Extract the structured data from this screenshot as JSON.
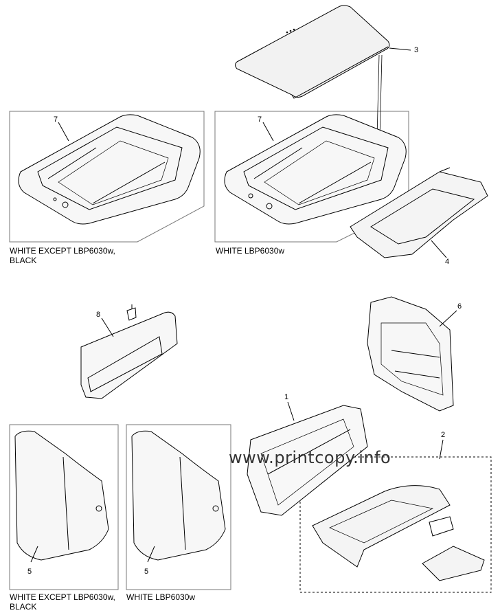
{
  "captions": {
    "top_left_line1": "WHITE EXCEPT LBP6030w,",
    "top_left_line2": "BLACK",
    "top_middle": "WHITE LBP6030w",
    "bottom_left_line1": "WHITE EXCEPT LBP6030w,",
    "bottom_left_line2": "BLACK",
    "bottom_middle": "WHITE LBP6030w"
  },
  "callouts": {
    "c1": "1",
    "c2": "2",
    "c3": "3",
    "c4": "4",
    "c5a": "5",
    "c5b": "5",
    "c6": "6",
    "c7a": "7",
    "c7b": "7",
    "c8": "8"
  },
  "watermark": "www.printcopy.info"
}
